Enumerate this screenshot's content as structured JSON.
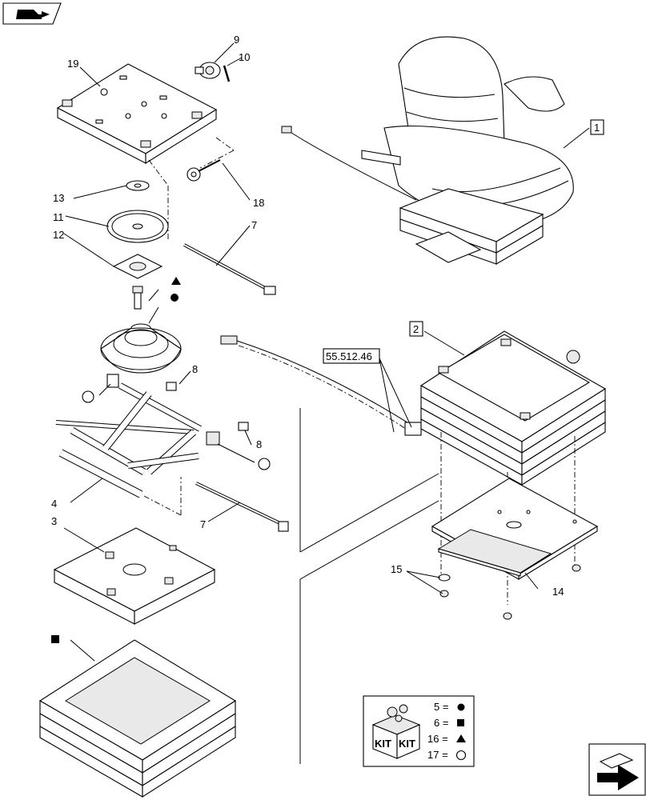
{
  "callouts": {
    "c1": "1",
    "c2": "2",
    "c3": "3",
    "c4": "4",
    "c7a": "7",
    "c7b": "7",
    "c8a": "8",
    "c8b": "8",
    "c9": "9",
    "c10": "10",
    "c11": "11",
    "c12": "12",
    "c13": "13",
    "c14": "14",
    "c15": "15",
    "c18": "18",
    "c19": "19",
    "ref": "55.512.46"
  },
  "kit": {
    "icon_text_left": "KIT",
    "icon_text_right": "KIT",
    "items": [
      {
        "label": "5 =",
        "symbol": "circle-filled"
      },
      {
        "label": "6 =",
        "symbol": "square-filled"
      },
      {
        "label": "16 =",
        "symbol": "triangle-filled"
      },
      {
        "label": "17 =",
        "symbol": "circle-open"
      }
    ]
  },
  "icons": {
    "top_left": "vehicle-nav-icon",
    "bottom_right": "next-page-arrow-icon"
  }
}
